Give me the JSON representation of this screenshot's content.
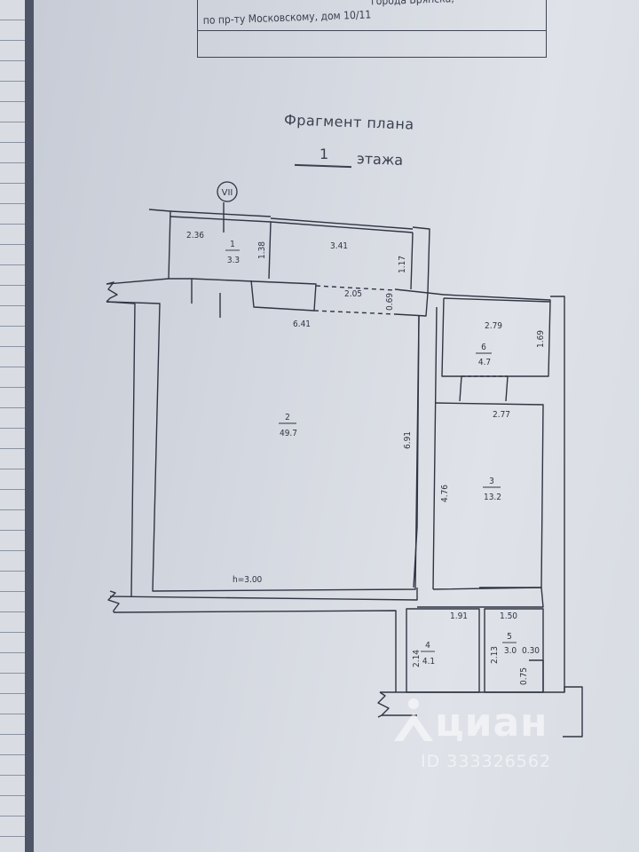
{
  "header": {
    "line1": "города Брянска,",
    "line2": "по пр-ту Московскому, дом 10/11"
  },
  "plan": {
    "title": "Фрагмент плана",
    "floor_number": "1",
    "floor_word": "этажа",
    "axis_label": "VII",
    "height_label": "h=3.00"
  },
  "rooms": [
    {
      "number": "1",
      "area": "3.3"
    },
    {
      "number": "2",
      "area": "49.7"
    },
    {
      "number": "3",
      "area": "13.2"
    },
    {
      "number": "4",
      "area": "4.1"
    },
    {
      "number": "5",
      "area": "3.0"
    },
    {
      "number": "6",
      "area": "4.7"
    }
  ],
  "dimensions": {
    "r1_width": "2.36",
    "r1_depth": "1.38",
    "balcony_width": "3.41",
    "balcony_depth": "1.17",
    "opening_width": "2.05",
    "opening_depth": "0.69",
    "r2_width": "6.41",
    "r2_depth": "6.91",
    "r6_width": "2.79",
    "r6_depth": "1.69",
    "r3_width": "2.77",
    "r3_depth": "4.76",
    "r4_width": "1.91",
    "r4_depth": "2.14",
    "r5_width": "1.50",
    "r5_depth": "2.13",
    "r5_niche_w": "0.30",
    "r5_niche_d": "0.75"
  },
  "watermark": {
    "brand": "циан",
    "id": "ID 333326562"
  },
  "colors": {
    "ink": "#2f3543",
    "paper": "#d4d8e0"
  }
}
